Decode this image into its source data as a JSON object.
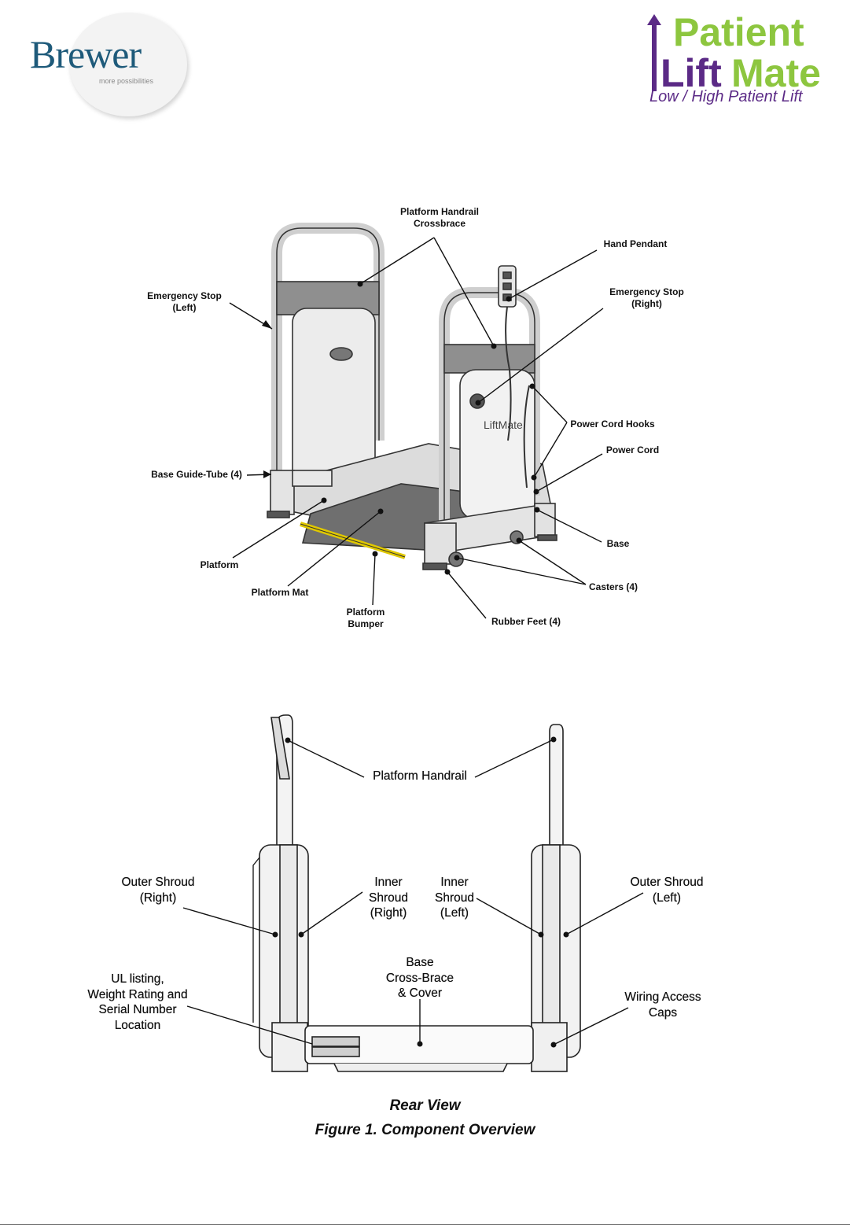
{
  "logos": {
    "brewer": {
      "name": "Brewer",
      "tagline": "more possibilities",
      "color": "#1e5a7a"
    },
    "patient_liftmate": {
      "line1": "Patient",
      "line2_part1": "Lift",
      "line2_part2": "Mate",
      "tagline": "Low / High Patient Lift",
      "purple": "#5b2a86",
      "green": "#8dc63f"
    }
  },
  "front_view": {
    "labels": {
      "handrail_crossbrace": "Platform Handrail\nCrossbrace",
      "hand_pendant": "Hand Pendant",
      "emergency_stop_left": "Emergency Stop\n(Left)",
      "emergency_stop_right": "Emergency Stop\n(Right)",
      "power_cord_hooks": "Power Cord Hooks",
      "power_cord": "Power Cord",
      "base_guide_tube": "Base Guide-Tube (4)",
      "base": "Base",
      "platform": "Platform",
      "casters": "Casters (4)",
      "platform_mat": "Platform Mat",
      "platform_bumper": "Platform\nBumper",
      "rubber_feet": "Rubber Feet (4)"
    }
  },
  "rear_view": {
    "labels": {
      "platform_handrail": "Platform Handrail",
      "outer_shroud_right": "Outer Shroud\n(Right)",
      "inner_shroud_right": "Inner\nShroud\n(Right)",
      "inner_shroud_left": "Inner\nShroud\n(Left)",
      "outer_shroud_left": "Outer Shroud\n(Left)",
      "base_cross_brace": "Base\nCross-Brace\n& Cover",
      "ul_listing": "UL listing,\nWeight Rating and\nSerial Number\nLocation",
      "wiring_access_caps": "Wiring Access\nCaps"
    },
    "caption": "Rear View"
  },
  "figure_caption": "Figure 1. Component Overview"
}
